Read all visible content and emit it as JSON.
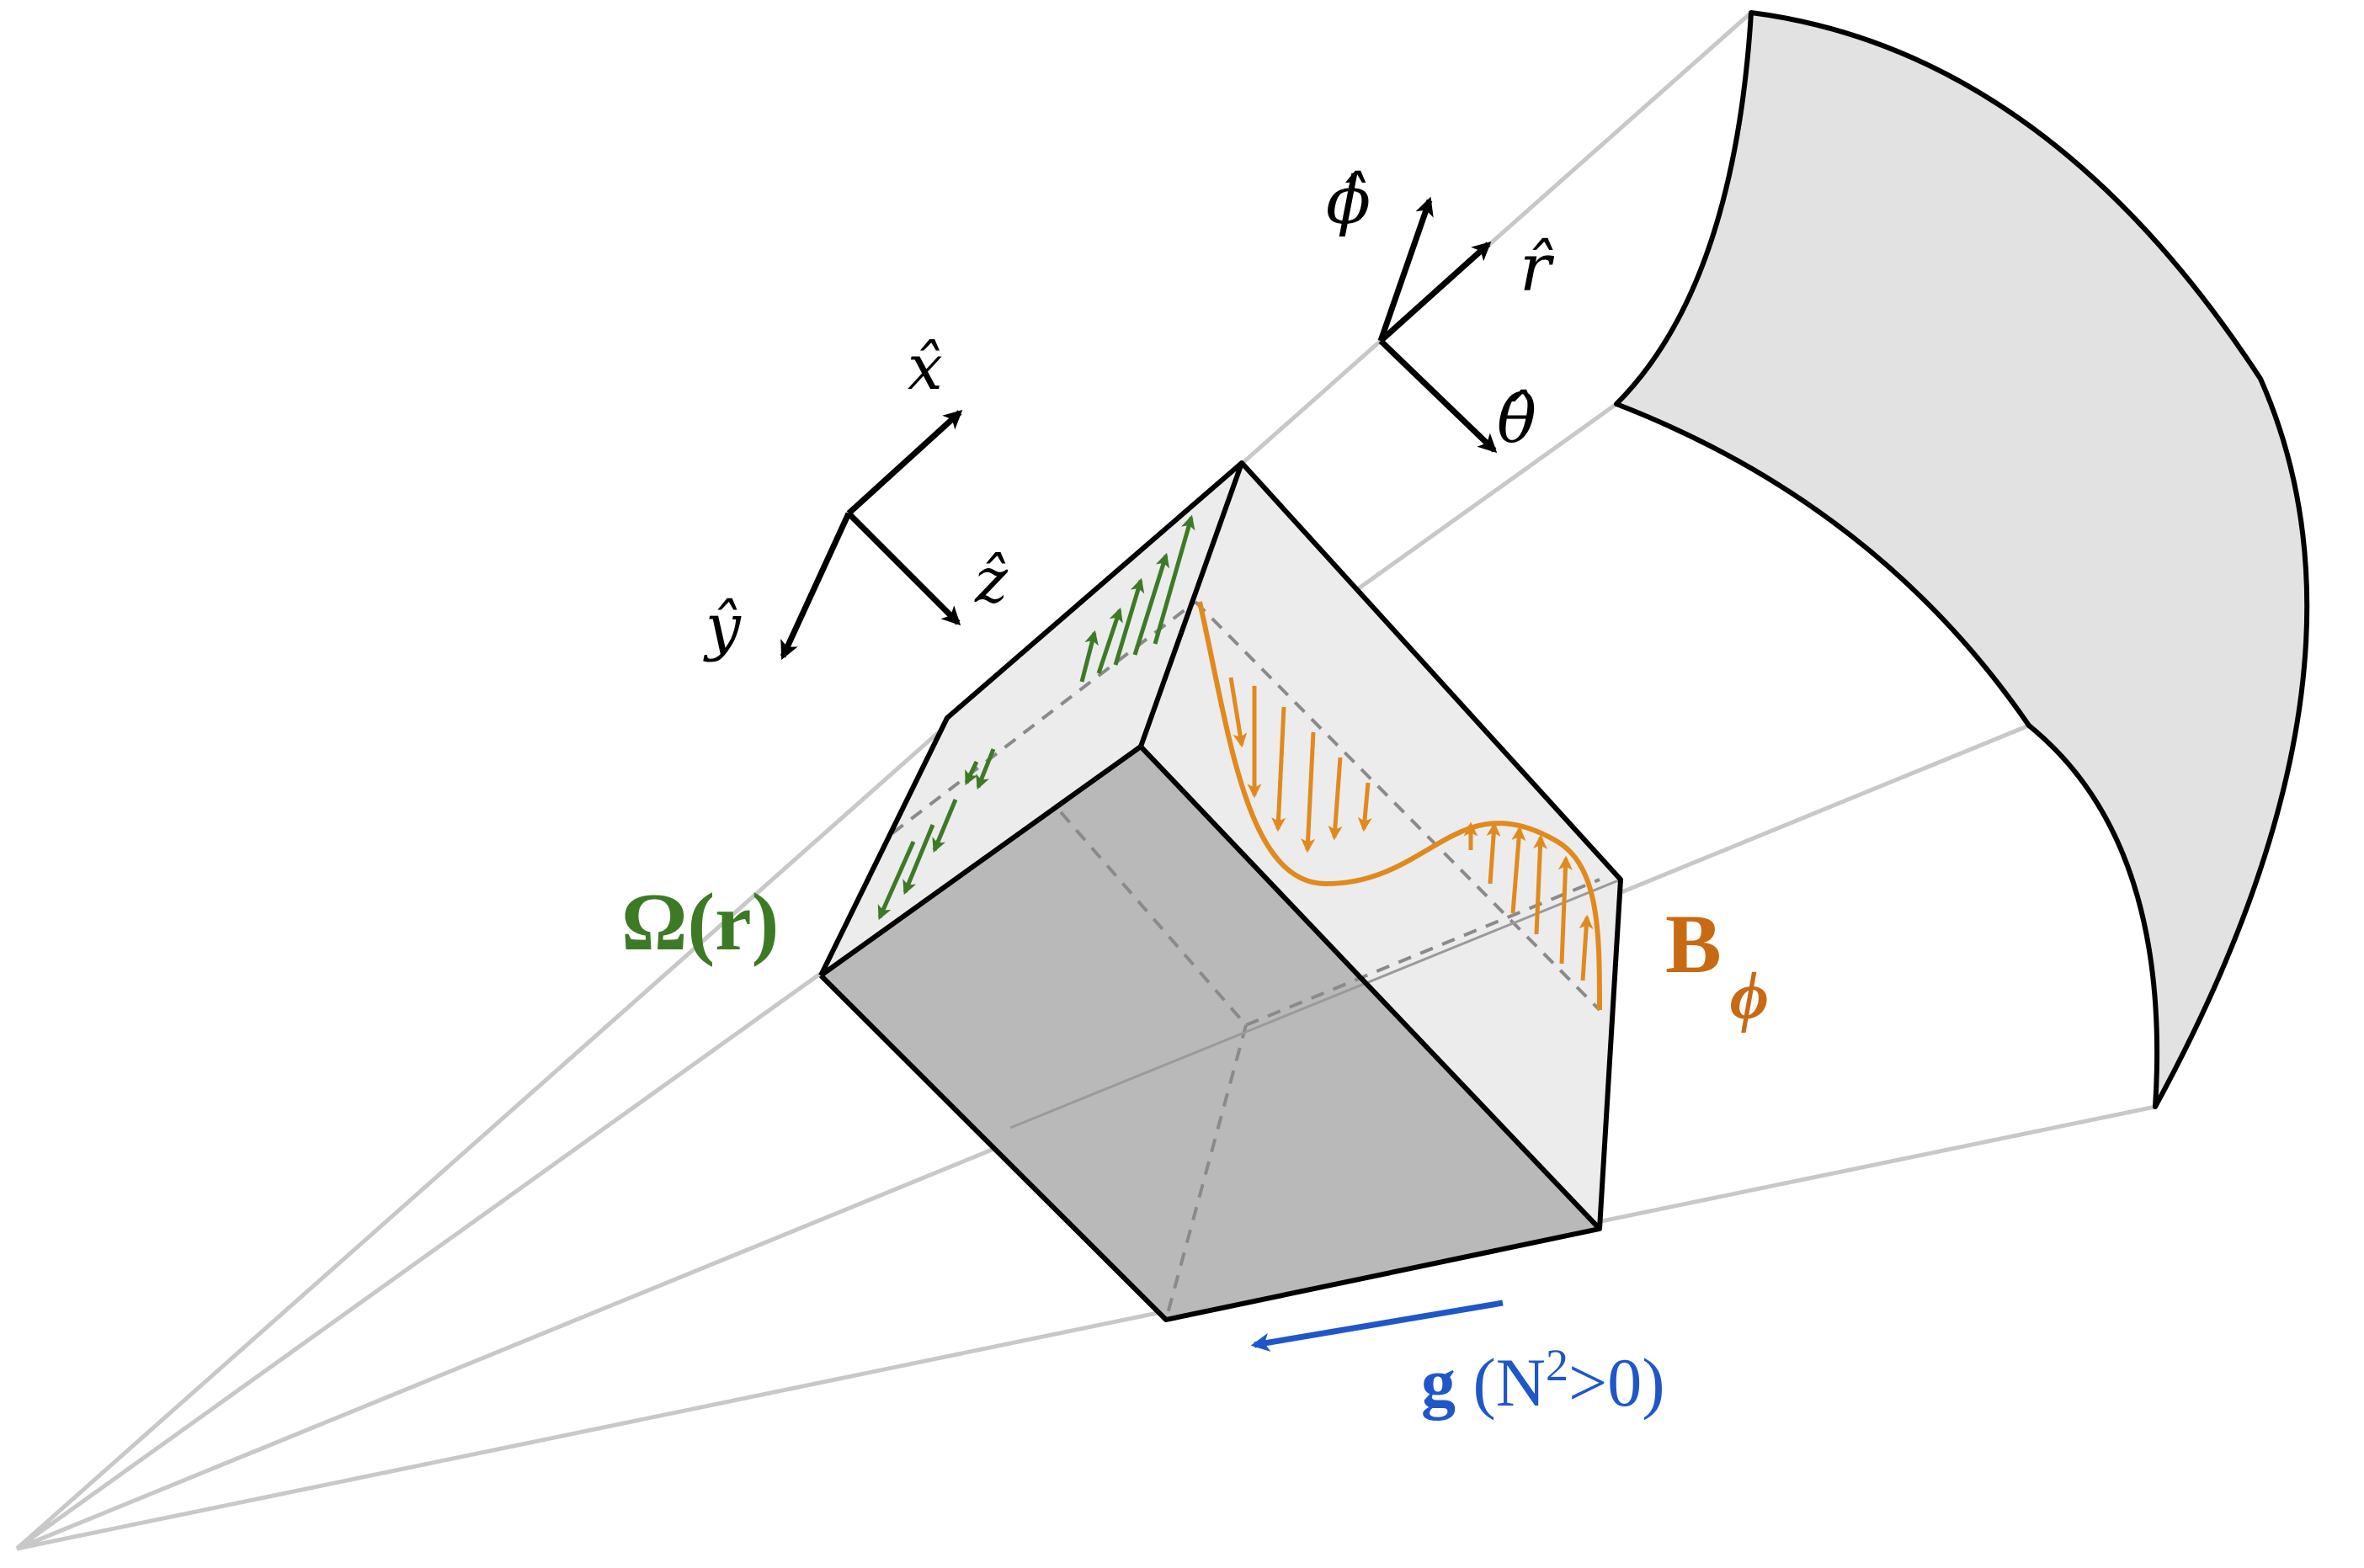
{
  "labels": {
    "omega": "Ω(r)",
    "b_main": "B",
    "b_sub": "ϕ",
    "g_bold": "g",
    "g_paren_open": " (N",
    "g_sup": "2",
    "g_paren_close": ">0)",
    "x_hat": "x̂",
    "y_hat": "ŷ",
    "z_hat": "ẑ",
    "phi_hat": "ϕ̂",
    "r_hat": "r̂",
    "theta_hat": "θ̂"
  },
  "colors": {
    "omega": "#3d7a25",
    "field": "#e08a1e",
    "gravity": "#1f57c9",
    "axes": "#000000",
    "cone_lines": "#c8c8c8",
    "shell_fill": "#e2e2e2",
    "box_front": "#b9b9b9",
    "box_face_light": "#ececec"
  }
}
